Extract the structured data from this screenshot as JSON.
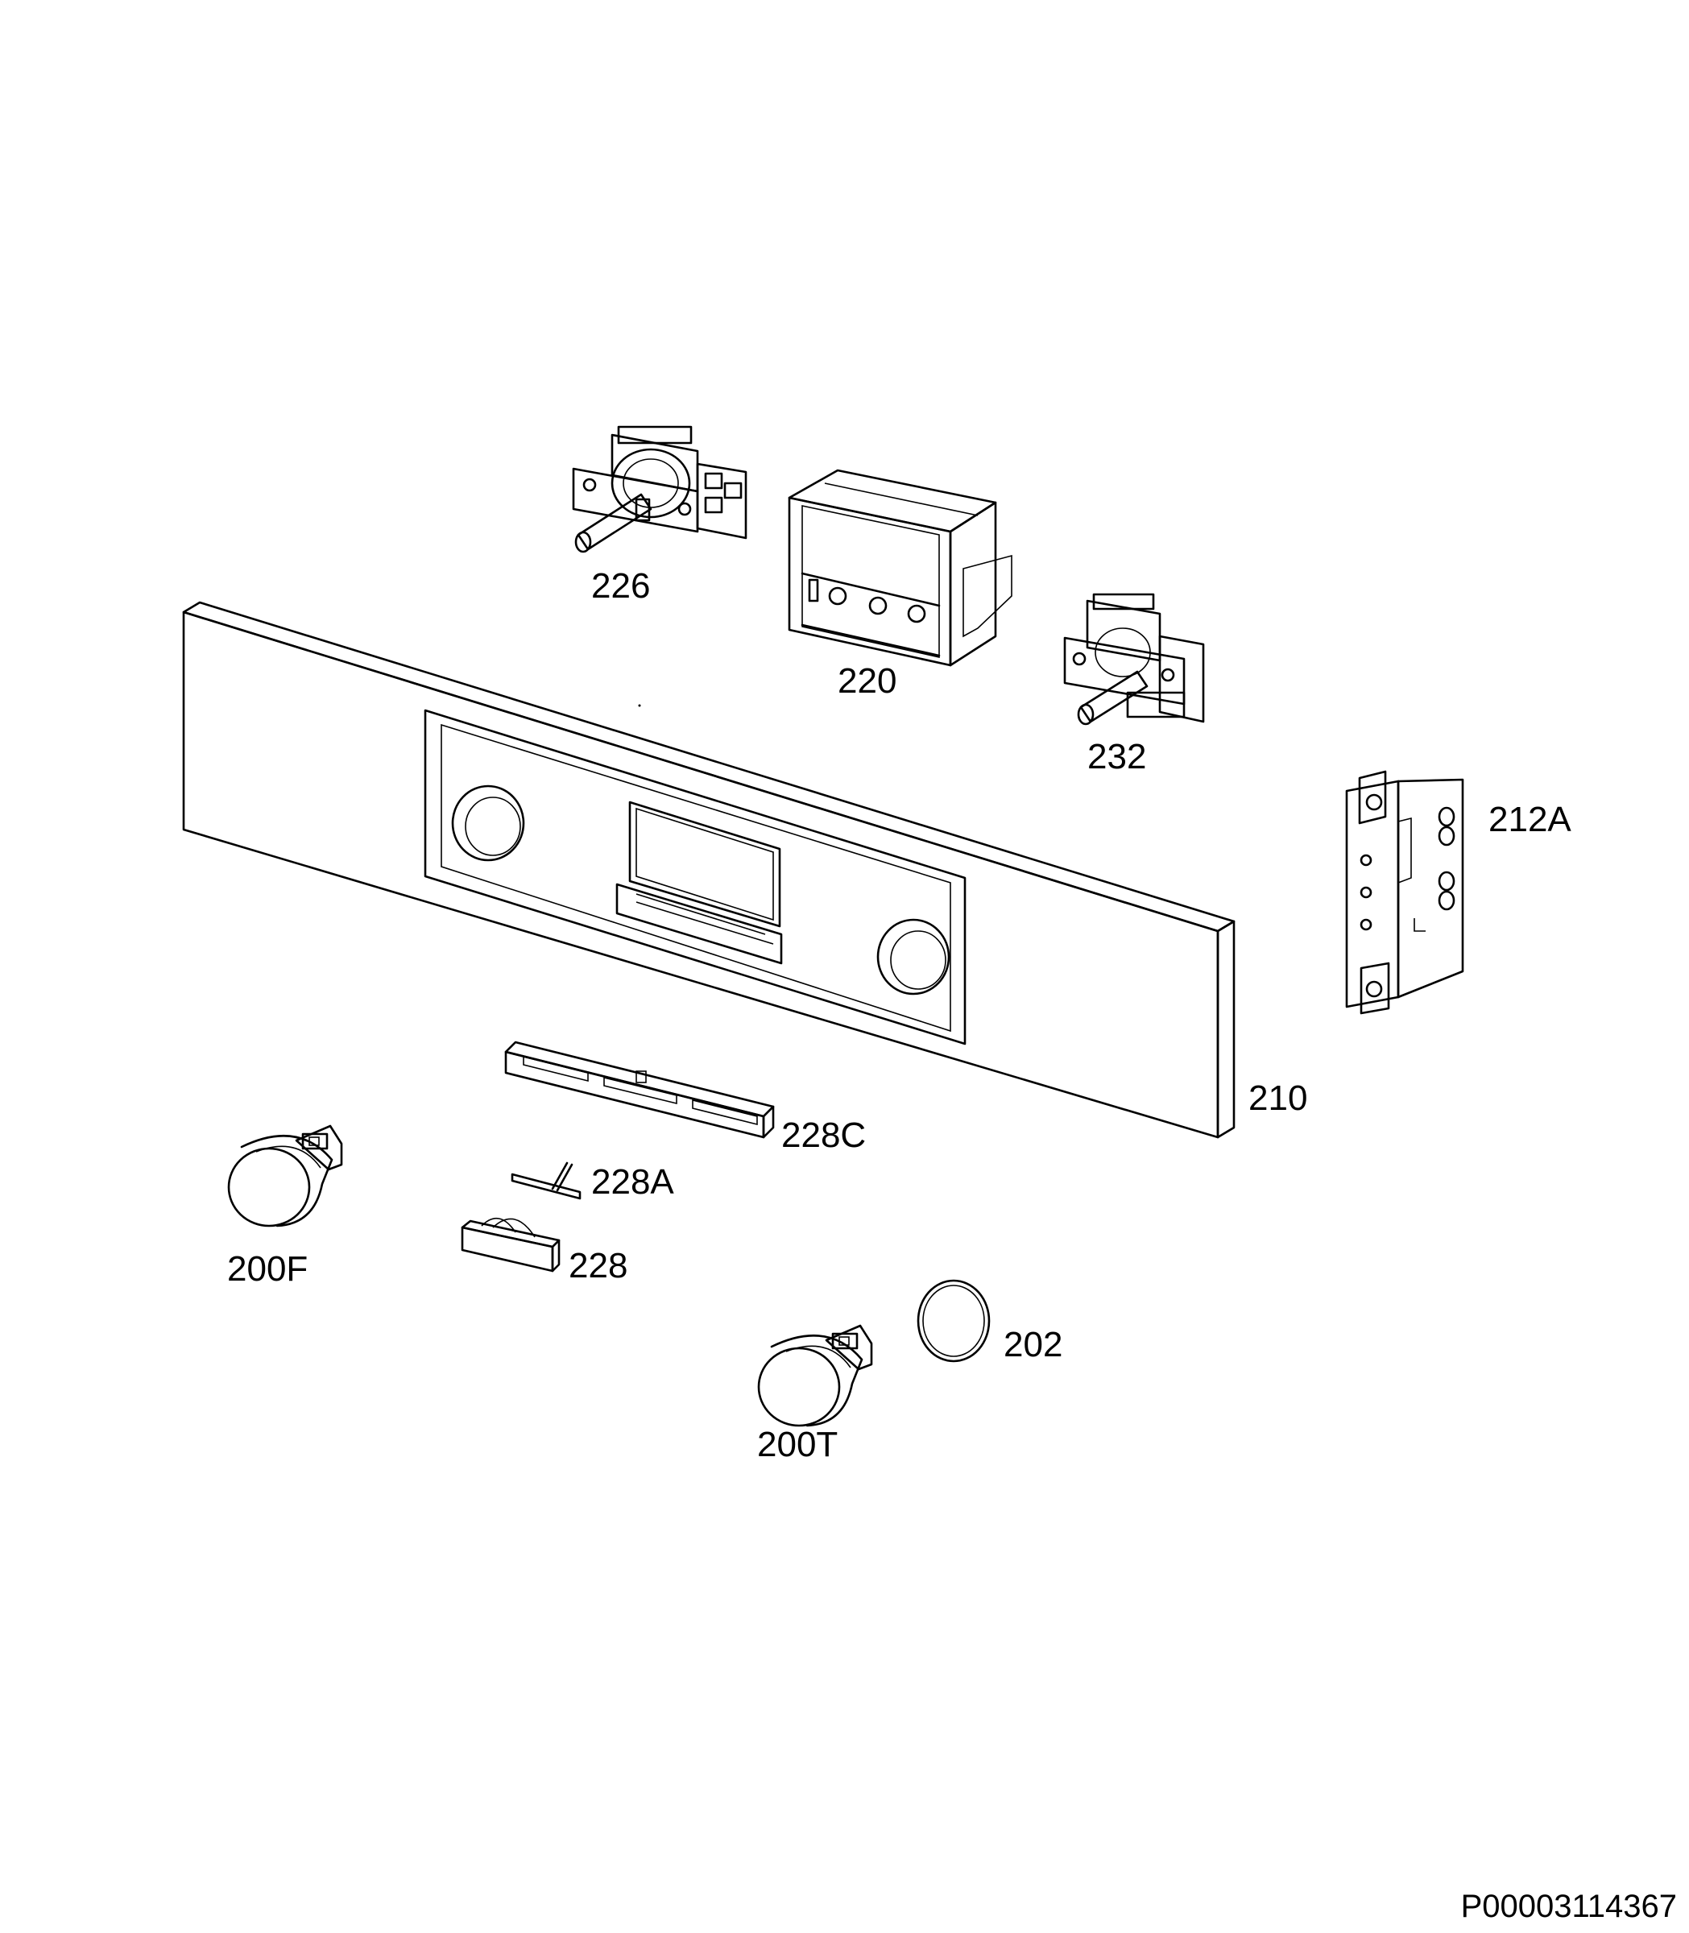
{
  "labels": {
    "l226": "226",
    "l220": "220",
    "l232": "232",
    "l212A": "212A",
    "l210": "210",
    "l228C": "228C",
    "l228A": "228A",
    "l228": "228",
    "l200F": "200F",
    "l202": "202",
    "l200T": "200T"
  },
  "footer": {
    "code": "P00003114367"
  }
}
